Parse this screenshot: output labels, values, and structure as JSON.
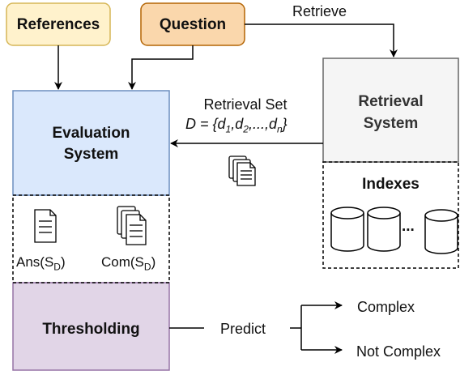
{
  "nodes": {
    "references": {
      "label": "References",
      "fill": "#fff2cc",
      "stroke": "#d6b656"
    },
    "question": {
      "label": "Question",
      "fill": "#fad7ac",
      "stroke": "#b46504"
    },
    "evaluation": {
      "line1": "Evaluation",
      "line2": "System",
      "fill": "#dae8fc",
      "stroke": "#6c8ebf"
    },
    "retrieval": {
      "line1": "Retrieval",
      "line2": "System",
      "fill": "#f5f5f5",
      "stroke": "#666666",
      "text_color": "#333333"
    },
    "indexes": {
      "label": "Indexes",
      "ellipsis": "..."
    },
    "thresholding": {
      "label": "Thresholding",
      "fill": "#e1d5e7",
      "stroke": "#9673a6"
    }
  },
  "edges": {
    "retrieve": "Retrieve",
    "retrieval_set": "Retrieval Set",
    "predict": "Predict"
  },
  "set_notation": {
    "prefix": "D = {d",
    "s1": "1",
    "c1": ",d",
    "s2": "2",
    "c2": ",...,d",
    "sn": "n",
    "suffix": "}"
  },
  "scores": {
    "ans_prefix": "Ans(S",
    "ans_sub": "D",
    "ans_suffix": ")",
    "com_prefix": "Com(S",
    "com_sub": "D",
    "com_suffix": ")"
  },
  "outcomes": {
    "complex": "Complex",
    "not_complex": "Not Complex"
  }
}
